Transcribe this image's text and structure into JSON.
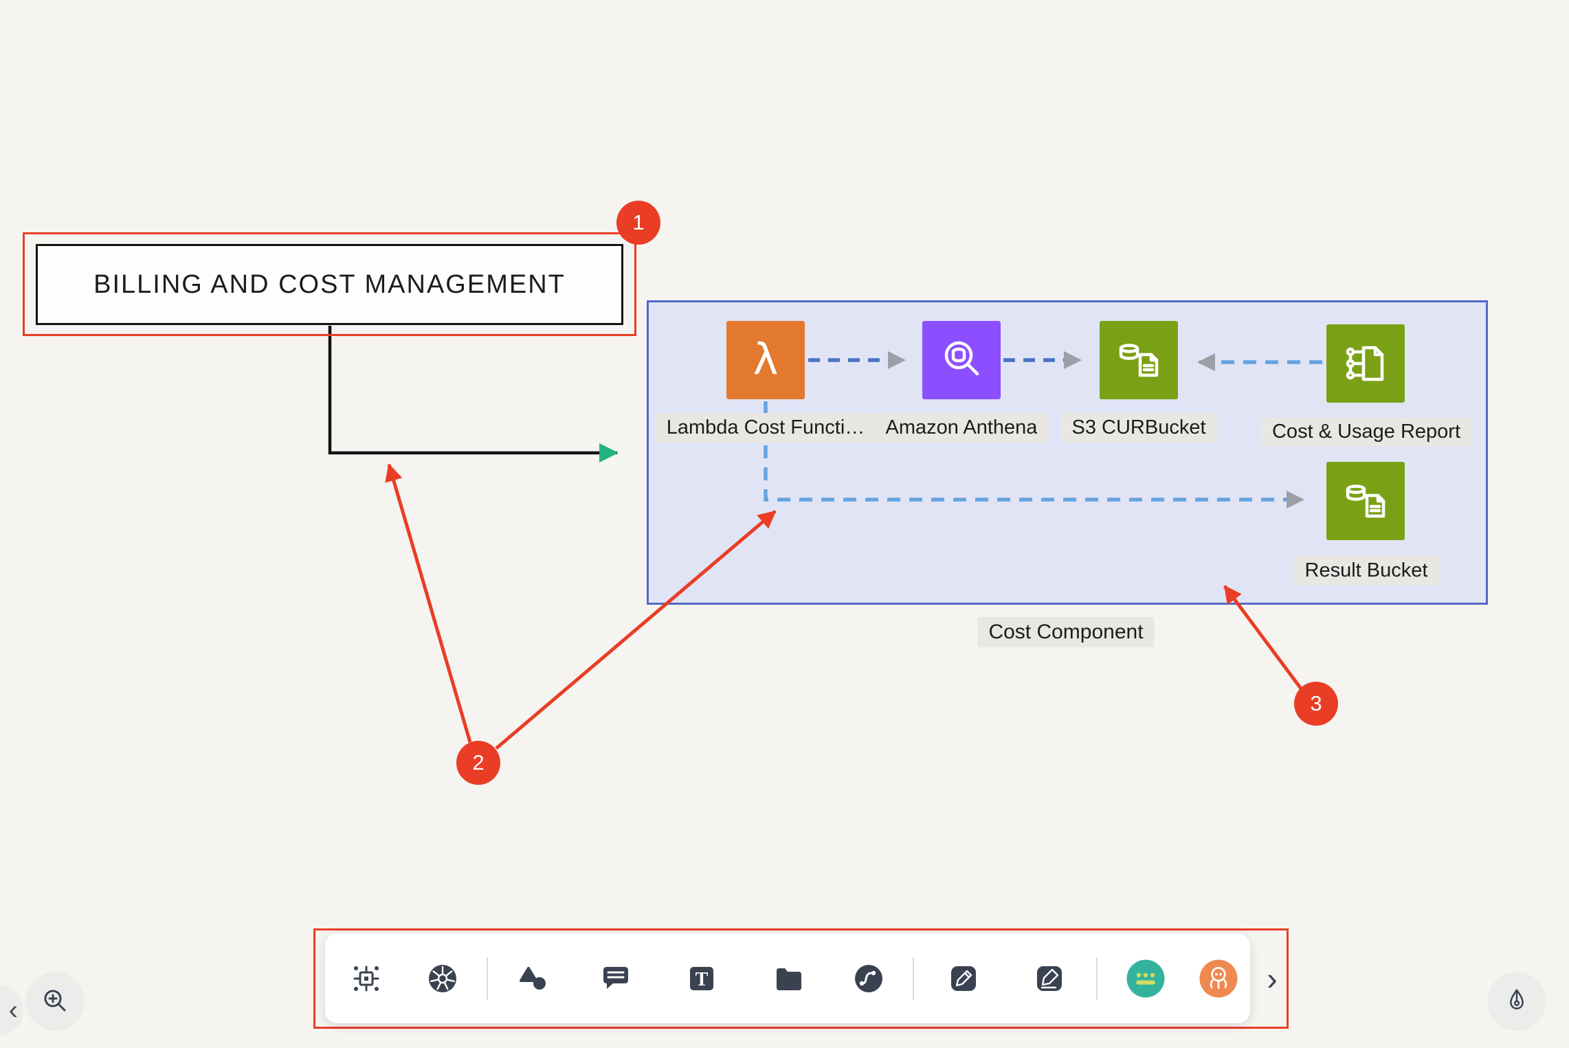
{
  "canvas": {
    "background": "#f5f4f1"
  },
  "title_node": {
    "label": "BILLING AND COST MANAGEMENT"
  },
  "group": {
    "label": "Cost Component",
    "border_color": "#5468c4",
    "fill_color": "#dde1f5"
  },
  "nodes": [
    {
      "label": "Lambda Cost Functi…",
      "color": "#e2792e",
      "icon": "aws-lambda-icon"
    },
    {
      "label": "Amazon Anthena",
      "color": "#8c4fff",
      "icon": "amazon-athena-icon"
    },
    {
      "label": "S3 CURBucket",
      "color": "#7aa116",
      "icon": "s3-bucket-icon"
    },
    {
      "label": "Cost & Usage Report",
      "color": "#7aa116",
      "icon": "cost-usage-report-icon"
    },
    {
      "label": "Result Bucket",
      "color": "#7aa116",
      "icon": "s3-bucket-icon"
    }
  ],
  "annotation_badges": [
    "1",
    "2",
    "3"
  ],
  "colors": {
    "annotation_red": "#e93d25",
    "connector_dark_blue": "#4a72c4",
    "connector_light_blue": "#66a3e0",
    "arrowhead_gray": "#9aa0a6",
    "flow_arrowhead_teal": "#23b380",
    "black_connector": "#141414"
  },
  "toolbar": {
    "items": [
      {
        "name": "diagram-as-code-icon"
      },
      {
        "name": "kubernetes-icon"
      },
      {
        "name": "shapes-icon"
      },
      {
        "name": "comment-icon"
      },
      {
        "name": "text-icon"
      },
      {
        "name": "frame-icon"
      },
      {
        "name": "connector-icon"
      },
      {
        "name": "pen-icon"
      },
      {
        "name": "marker-icon"
      },
      {
        "name": "terminal-app-icon"
      },
      {
        "name": "mascot-app-icon"
      }
    ],
    "expand_chevron": "›"
  },
  "controls": {
    "zoom_button": "zoom-in-icon",
    "collapse_chevron": "‹",
    "pen_tool_button": "pen-nib-icon"
  }
}
